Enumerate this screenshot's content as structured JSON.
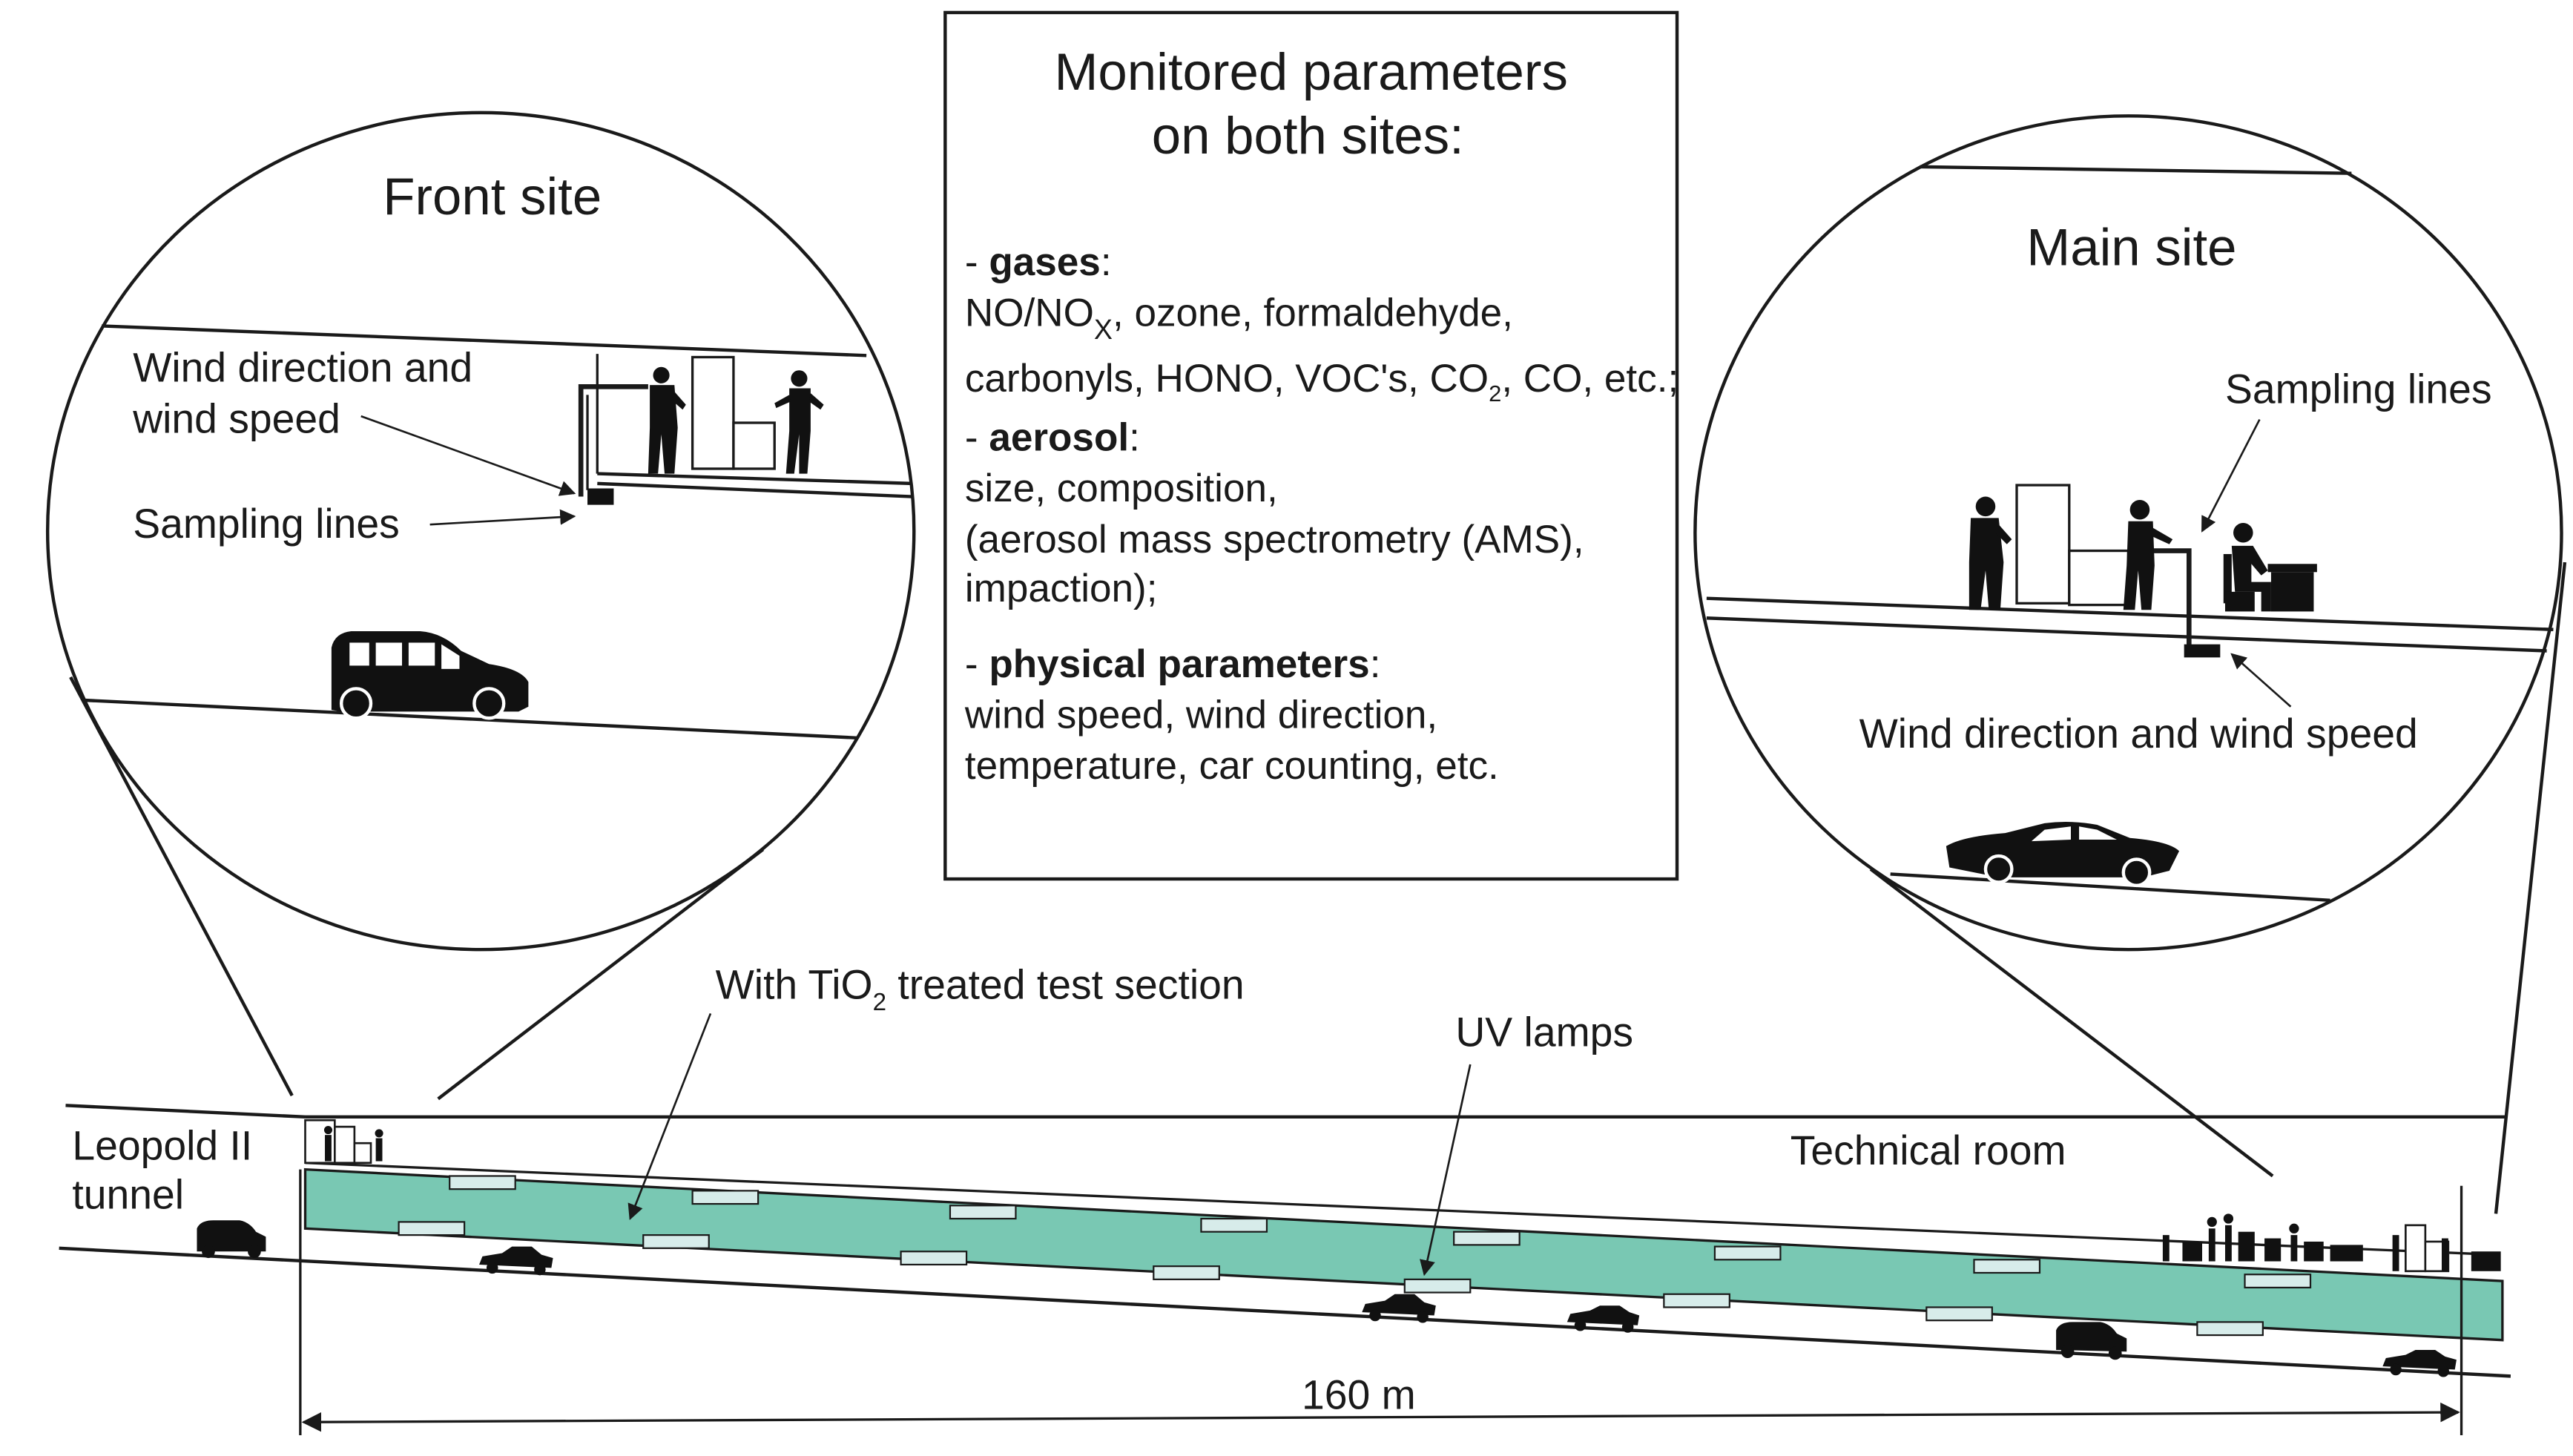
{
  "center_box": {
    "title_line1": "Monitored parameters",
    "title_line2": "on both sites:",
    "gases_prefix": "- ",
    "gases_head": "gases",
    "gases_colon": ":",
    "gases_line1_a": "NO/NO",
    "gases_line1_sub": "X",
    "gases_line1_b": ", ozone, formaldehyde,",
    "gases_line2_a": "carbonyls, HONO, VOC's, CO",
    "gases_line2_sub1": "2",
    "gases_line2_b": ", CO, etc.;",
    "aerosol_prefix": "- ",
    "aerosol_head": "aerosol",
    "aerosol_colon": ":",
    "aerosol_line1": "size, composition,",
    "aerosol_line2": "(aerosol mass spectrometry (AMS),",
    "aerosol_line3": "impaction);",
    "physical_prefix": "- ",
    "physical_head": "physical parameters",
    "physical_colon": ":",
    "physical_line1": "wind speed, wind direction,",
    "physical_line2": "temperature, car counting, etc."
  },
  "front_site": {
    "title": "Front site",
    "wind_line1": "Wind direction and",
    "wind_line2": "wind speed",
    "sampling": "Sampling lines"
  },
  "main_site": {
    "title": "Main site",
    "sampling": "Sampling lines",
    "wind": "Wind direction and wind speed"
  },
  "tunnel": {
    "name_line1": "Leopold II",
    "name_line2": "tunnel",
    "treated_a": "With TiO",
    "treated_sub": "2",
    "treated_b": " treated test section",
    "uv_lamps": "UV lamps",
    "technical_room": "Technical room",
    "length": "160 m"
  },
  "colors": {
    "treated_section": "#79c8b3",
    "lamp": "#d7ecea"
  }
}
